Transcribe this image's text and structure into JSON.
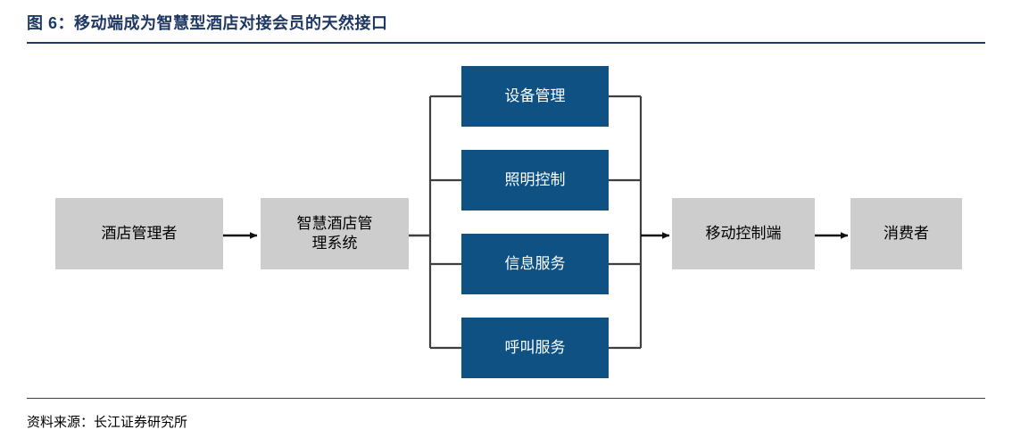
{
  "figure": {
    "title": "图 6：移动端成为智慧型酒店对接会员的天然接口",
    "source": "资料来源：长江证券研究所",
    "title_color": "#1f3864",
    "accent_blue": "#0e5182",
    "node_gray": "#cdcdcd",
    "line_color": "#3f3f3f"
  },
  "chart_data": {
    "type": "diagram",
    "title": "图 6：移动端成为智慧型酒店对接会员的天然接口",
    "nodes": [
      {
        "id": "manager",
        "label": "酒店管理者",
        "style": "gray"
      },
      {
        "id": "system",
        "label": "智慧酒店管\n理系统",
        "style": "gray"
      },
      {
        "id": "device",
        "label": "设备管理",
        "style": "blue"
      },
      {
        "id": "light",
        "label": "照明控制",
        "style": "blue"
      },
      {
        "id": "info",
        "label": "信息服务",
        "style": "blue"
      },
      {
        "id": "call",
        "label": "呼叫服务",
        "style": "blue"
      },
      {
        "id": "mobile",
        "label": "移动控制端",
        "style": "gray"
      },
      {
        "id": "consumer",
        "label": "消费者",
        "style": "gray"
      }
    ],
    "edges": [
      {
        "from": "manager",
        "to": "system",
        "arrow": true
      },
      {
        "from": "system",
        "to": "device",
        "arrow": false
      },
      {
        "from": "system",
        "to": "light",
        "arrow": false
      },
      {
        "from": "system",
        "to": "info",
        "arrow": false
      },
      {
        "from": "system",
        "to": "call",
        "arrow": false
      },
      {
        "from": "device",
        "to": "mobile",
        "arrow": true
      },
      {
        "from": "light",
        "to": "mobile",
        "arrow": true
      },
      {
        "from": "info",
        "to": "mobile",
        "arrow": true
      },
      {
        "from": "call",
        "to": "mobile",
        "arrow": true
      },
      {
        "from": "mobile",
        "to": "consumer",
        "arrow": true
      }
    ]
  },
  "labels": {
    "manager": "酒店管理者",
    "system_line1": "智慧酒店管",
    "system_line2": "理系统",
    "device": "设备管理",
    "light": "照明控制",
    "info": "信息服务",
    "call": "呼叫服务",
    "mobile": "移动控制端",
    "consumer": "消费者"
  }
}
